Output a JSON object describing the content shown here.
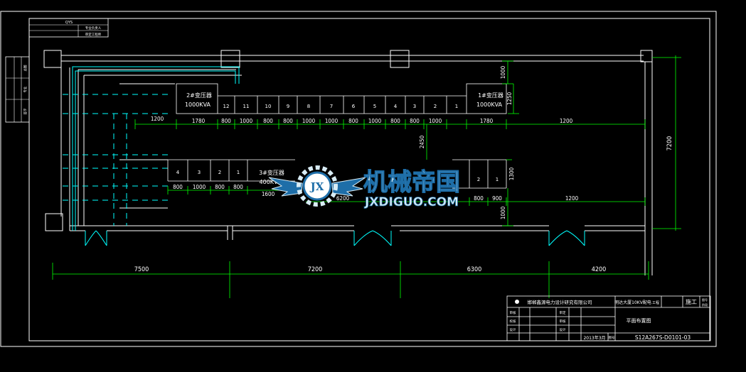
{
  "colors": {
    "background": "#000000",
    "line": "#ffffff",
    "dimension": "#00ff00",
    "cable": "#00ffff",
    "door": "#00ffff",
    "watermark": "#1e6ea8"
  },
  "top_stamp": {
    "code": "QYS",
    "row1": "专业负责人",
    "row2": "审定工程师"
  },
  "side_stamp": [
    "总图",
    "专业",
    "签字"
  ],
  "transformers": {
    "t2": {
      "name": "2#变压器",
      "capacity": "1000KVA"
    },
    "t1": {
      "name": "1#变压器",
      "capacity": "1000KVA"
    },
    "t3": {
      "name": "3#变压器",
      "capacity": "400KVA"
    }
  },
  "upper_row": {
    "cabinets": [
      "12",
      "11",
      "10",
      "9",
      "8",
      "7",
      "6",
      "5",
      "4",
      "3",
      "2",
      "1"
    ],
    "dims": [
      "1200",
      "1780",
      "800",
      "1000",
      "800",
      "800",
      "1000",
      "1000",
      "800",
      "1000",
      "800",
      "800",
      "1000",
      "1780",
      "1200"
    ]
  },
  "lower_row": {
    "cabinets": [
      "4",
      "3",
      "2",
      "1"
    ],
    "dims": [
      "800",
      "1000",
      "800",
      "800",
      "1600"
    ],
    "right_cabinets": [
      "2",
      "1"
    ],
    "right_dims": [
      "6200",
      "800",
      "900",
      "1200"
    ]
  },
  "vertical_dims": {
    "top": "1000",
    "upper_cab": "1250",
    "aisle": "2450",
    "lower_cab": "1300",
    "bottom": "1000",
    "total": "7200"
  },
  "bottom_dims": [
    "7500",
    "7200",
    "6300",
    "4200"
  ],
  "title_block": {
    "company": "邯郸鑫源电力设计研究有限公司",
    "project": "明达大厦10KV配电",
    "phase_label": "工程",
    "stage": "施工",
    "stage_sub1": "图号",
    "stage_sub2": "阶段",
    "drawing_name": "平面布置图",
    "date": "2013年3月",
    "scale_label": "图号",
    "drawing_no": "S12A267S-D0101-03",
    "roles": [
      "审核",
      "校核",
      "设计"
    ],
    "roles2": [
      "审定",
      "审核",
      "设计"
    ]
  },
  "watermark": {
    "logo_text": "JX",
    "title": "机械帝国",
    "url": "JXDIGUO.COM"
  }
}
